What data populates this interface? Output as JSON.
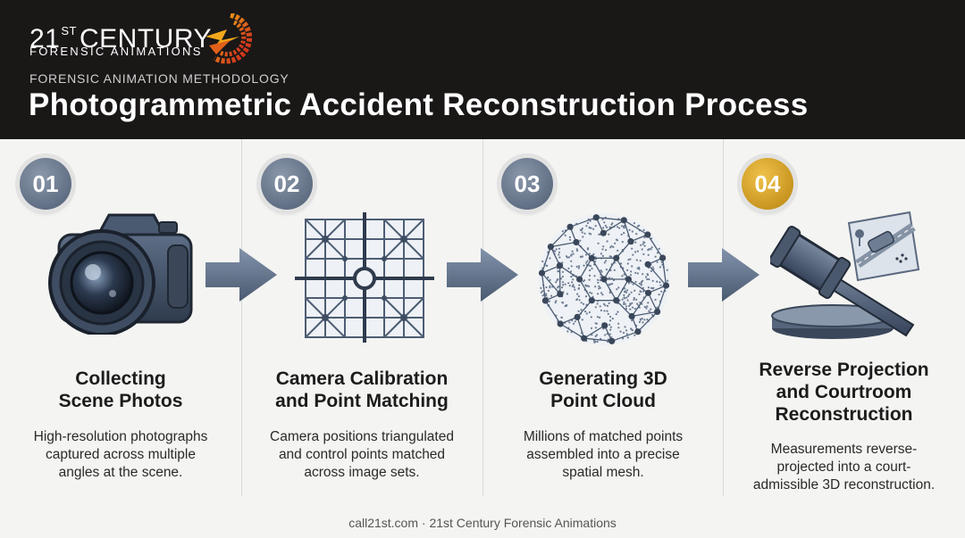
{
  "brand": {
    "name_prefix": "21",
    "name_sup": "ST",
    "name_suffix": "CENTURY",
    "subline": "FORENSIC ANIMATIONS"
  },
  "header": {
    "kicker": "FORENSIC ANIMATION METHODOLOGY",
    "title": "Photogrammetric Accident Reconstruction Process"
  },
  "steps": [
    {
      "number": "01",
      "icon": "camera-icon",
      "title_lines": [
        "Collecting",
        "Scene Photos"
      ],
      "desc_lines": [
        "High-resolution photographs",
        "captured across multiple",
        "angles at the scene."
      ]
    },
    {
      "number": "02",
      "icon": "calibration-grid-icon",
      "title_lines": [
        "Camera Calibration",
        "and Point Matching"
      ],
      "desc_lines": [
        "Camera positions triangulated",
        "and control points matched",
        "across image sets."
      ]
    },
    {
      "number": "03",
      "icon": "point-cloud-icon",
      "title_lines": [
        "Generating 3D",
        "Point Cloud"
      ],
      "desc_lines": [
        "Millions of matched points",
        "assembled into a precise",
        "spatial mesh."
      ]
    },
    {
      "number": "04",
      "icon": "gavel-icon",
      "title_lines": [
        "Reverse Projection",
        "and Courtroom",
        "Reconstruction"
      ],
      "desc_lines": [
        "Measurements reverse-",
        "projected into a court-",
        "admissible 3D reconstruction."
      ]
    }
  ],
  "colors": {
    "header_bg": "#1a1717",
    "badge_steel": "#5b6a80",
    "badge_gold": "#c9951c",
    "arrow": "#5f6f85"
  },
  "footer": {
    "text": "call21st.com · 21st Century Forensic Animations"
  }
}
